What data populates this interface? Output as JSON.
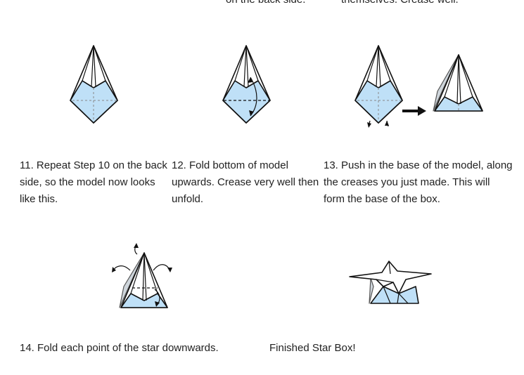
{
  "top_captions": [
    {
      "text": "on the back side."
    },
    {
      "text": "themselves. Crease well."
    }
  ],
  "steps": [
    {
      "text": "11. Repeat Step 10 on the back side, so the model now looks like this."
    },
    {
      "text": "12. Fold bottom of model upwards. Crease very well then unfold."
    },
    {
      "text": "13. Push in the base of the model, along the creases you just made. This will form the base of the box."
    },
    {
      "text": "14. Fold each point of the star downwards."
    },
    {
      "text": "Finished Star Box!"
    }
  ],
  "colors": {
    "paper_blue": "#bfe0f7",
    "outline": "#111111"
  }
}
